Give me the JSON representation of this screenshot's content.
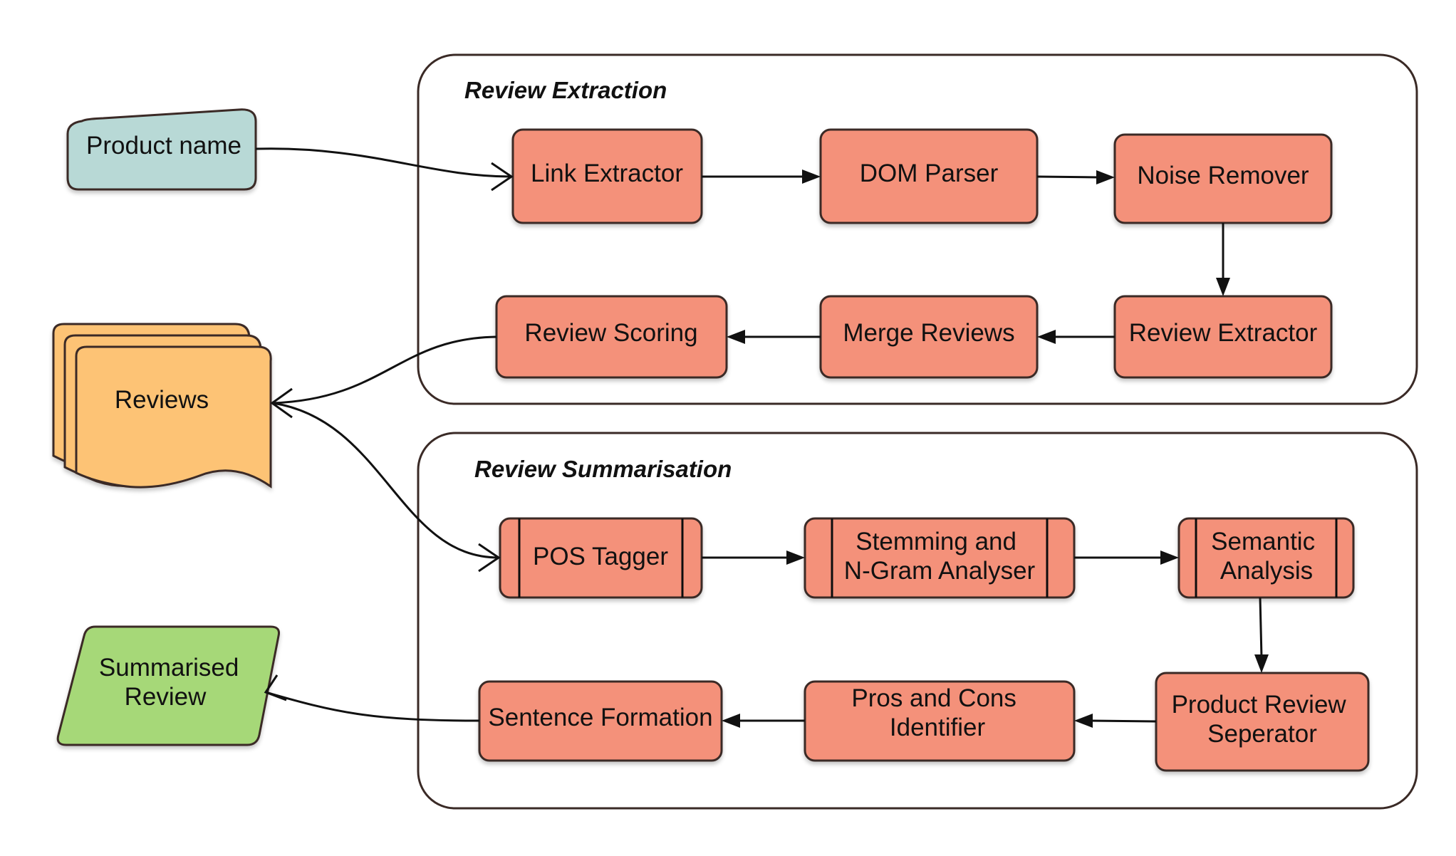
{
  "colors": {
    "process": "#f4917a",
    "product_name": "#b8d9d6",
    "reviews": "#fdc375",
    "summary": "#a6d878",
    "stroke": "#3a2a26"
  },
  "inputs": {
    "product_name": "Product name",
    "reviews": "Reviews",
    "summarised_review": [
      "Summarised",
      "Review"
    ]
  },
  "groups": {
    "extraction": {
      "title": "Review Extraction",
      "link_extractor": "Link Extractor",
      "dom_parser": "DOM Parser",
      "noise_remover": "Noise Remover",
      "review_extractor": "Review Extractor",
      "merge_reviews": "Merge Reviews",
      "review_scoring": "Review Scoring"
    },
    "summarisation": {
      "title": "Review Summarisation",
      "pos_tagger": "POS Tagger",
      "stemming": [
        "Stemming and",
        "N-Gram Analyser"
      ],
      "semantic": [
        "Semantic",
        "Analysis"
      ],
      "product_review_separator": [
        "Product Review",
        "Seperator"
      ],
      "pros_cons": [
        "Pros and Cons",
        "Identifier"
      ],
      "sentence_formation": "Sentence Formation"
    }
  }
}
